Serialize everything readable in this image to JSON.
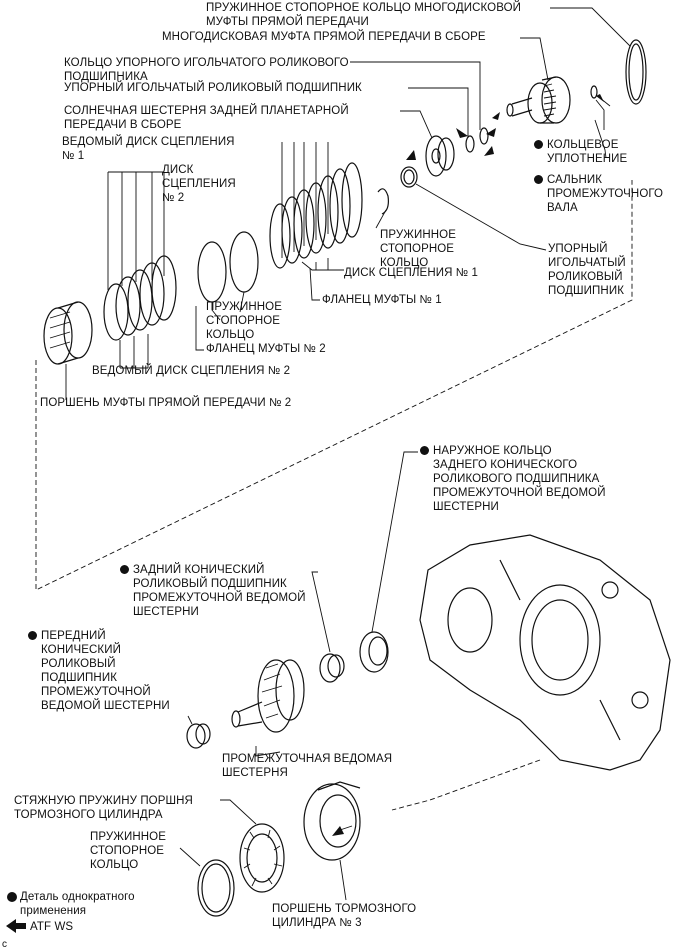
{
  "labels": {
    "snap_ring_direct_clutch": [
      "ПРУЖИННОЕ СТОПОРНОЕ КОЛЬЦО МНОГОДИСКОВОЙ",
      "МУФТЫ ПРЯМОЙ ПЕРЕДАЧИ"
    ],
    "direct_clutch_assy": "МНОГОДИСКОВАЯ МУФТА ПРЯМОЙ ПЕРЕДАЧИ В СБОРЕ",
    "thrust_bearing_race": [
      "КОЛЬЦО УПОРНОГО ИГОЛЬЧАТОГО РОЛИКОВОГО",
      "ПОДШИПНИКА"
    ],
    "thrust_needle_bearing": "УПОРНЫЙ ИГОЛЬЧАТЫЙ РОЛИКОВЫЙ ПОДШИПНИК",
    "rear_sun_gear": [
      "СОЛНЕЧНАЯ ШЕСТЕРНЯ ЗАДНЕЙ ПЛАНЕТАРНОЙ",
      "ПЕРЕДАЧИ В СБОРЕ"
    ],
    "plate1": [
      "ВЕДОМЫЙ ДИСК СЦЕПЛЕНИЯ",
      "№ 1"
    ],
    "disc2": [
      "ДИСК",
      "СЦЕПЛЕНИЯ",
      "№ 2"
    ],
    "o_ring": [
      "КОЛЬЦЕВОЕ",
      "УПЛОТНЕНИЕ"
    ],
    "counter_shaft_seal": [
      "САЛЬНИК",
      "ПРОМЕЖУТОЧНОГО",
      "ВАЛА"
    ],
    "snap_ring_1": [
      "ПРУЖИННОЕ",
      "СТОПОРНОЕ",
      "КОЛЬЦО"
    ],
    "disc1": "ДИСК СЦЕПЛЕНИЯ № 1",
    "thrust_bearing_right": [
      "УПОРНЫЙ",
      "ИГОЛЬЧАТЫЙ",
      "РОЛИКОВЫЙ",
      "ПОДШИПНИК"
    ],
    "flange1": "ФЛАНЕЦ МУФТЫ № 1",
    "snap_ring_2": [
      "ПРУЖИННОЕ",
      "СТОПОРНОЕ",
      "КОЛЬЦО"
    ],
    "flange2": "ФЛАНЕЦ МУФТЫ № 2",
    "plate2": "ВЕДОМЫЙ ДИСК СЦЕПЛЕНИЯ № 2",
    "piston2": "ПОРШЕНЬ МУФТЫ ПРЯМОЙ ПЕРЕДАЧИ № 2",
    "outer_race": [
      "НАРУЖНОЕ КОЛЬЦО",
      "ЗАДНЕГО КОНИЧЕСКОГО",
      "РОЛИКОВОГО ПОДШИПНИКА",
      "ПРОМЕЖУТОЧНОЙ ВЕДОМОЙ",
      "ШЕСТЕРНИ"
    ],
    "rear_taper": [
      "ЗАДНИЙ КОНИЧЕСКИЙ",
      "РОЛИКОВЫЙ ПОДШИПНИК",
      "ПРОМЕЖУТОЧНОЙ ВЕДОМОЙ",
      "ШЕСТЕРНИ"
    ],
    "front_taper": [
      "ПЕРЕДНИЙ",
      "КОНИЧЕСКИЙ",
      "РОЛИКОВЫЙ",
      "ПОДШИПНИК",
      "ПРОМЕЖУТОЧНОЙ",
      "ВЕДОМОЙ ШЕСТЕРНИ"
    ],
    "counter_driven_gear": [
      "ПРОМЕЖУТОЧНАЯ ВЕДОМАЯ",
      "ШЕСТЕРНЯ"
    ],
    "brake_spring": [
      "СТЯЖНУЮ ПРУЖИНУ ПОРШНЯ",
      "ТОРМОЗНОГО ЦИЛИНДРА"
    ],
    "snap_ring_3": [
      "ПРУЖИННОЕ",
      "СТОПОРНОЕ",
      "КОЛЬЦО"
    ],
    "brake_piston3": [
      "ПОРШЕНЬ ТОРМОЗНОГО",
      "ЦИЛИНДРА № 3"
    ]
  },
  "legend": {
    "non_reusable": [
      "Деталь однократного",
      "применения"
    ],
    "atf": "ATF WS"
  },
  "corner_mark": "c"
}
